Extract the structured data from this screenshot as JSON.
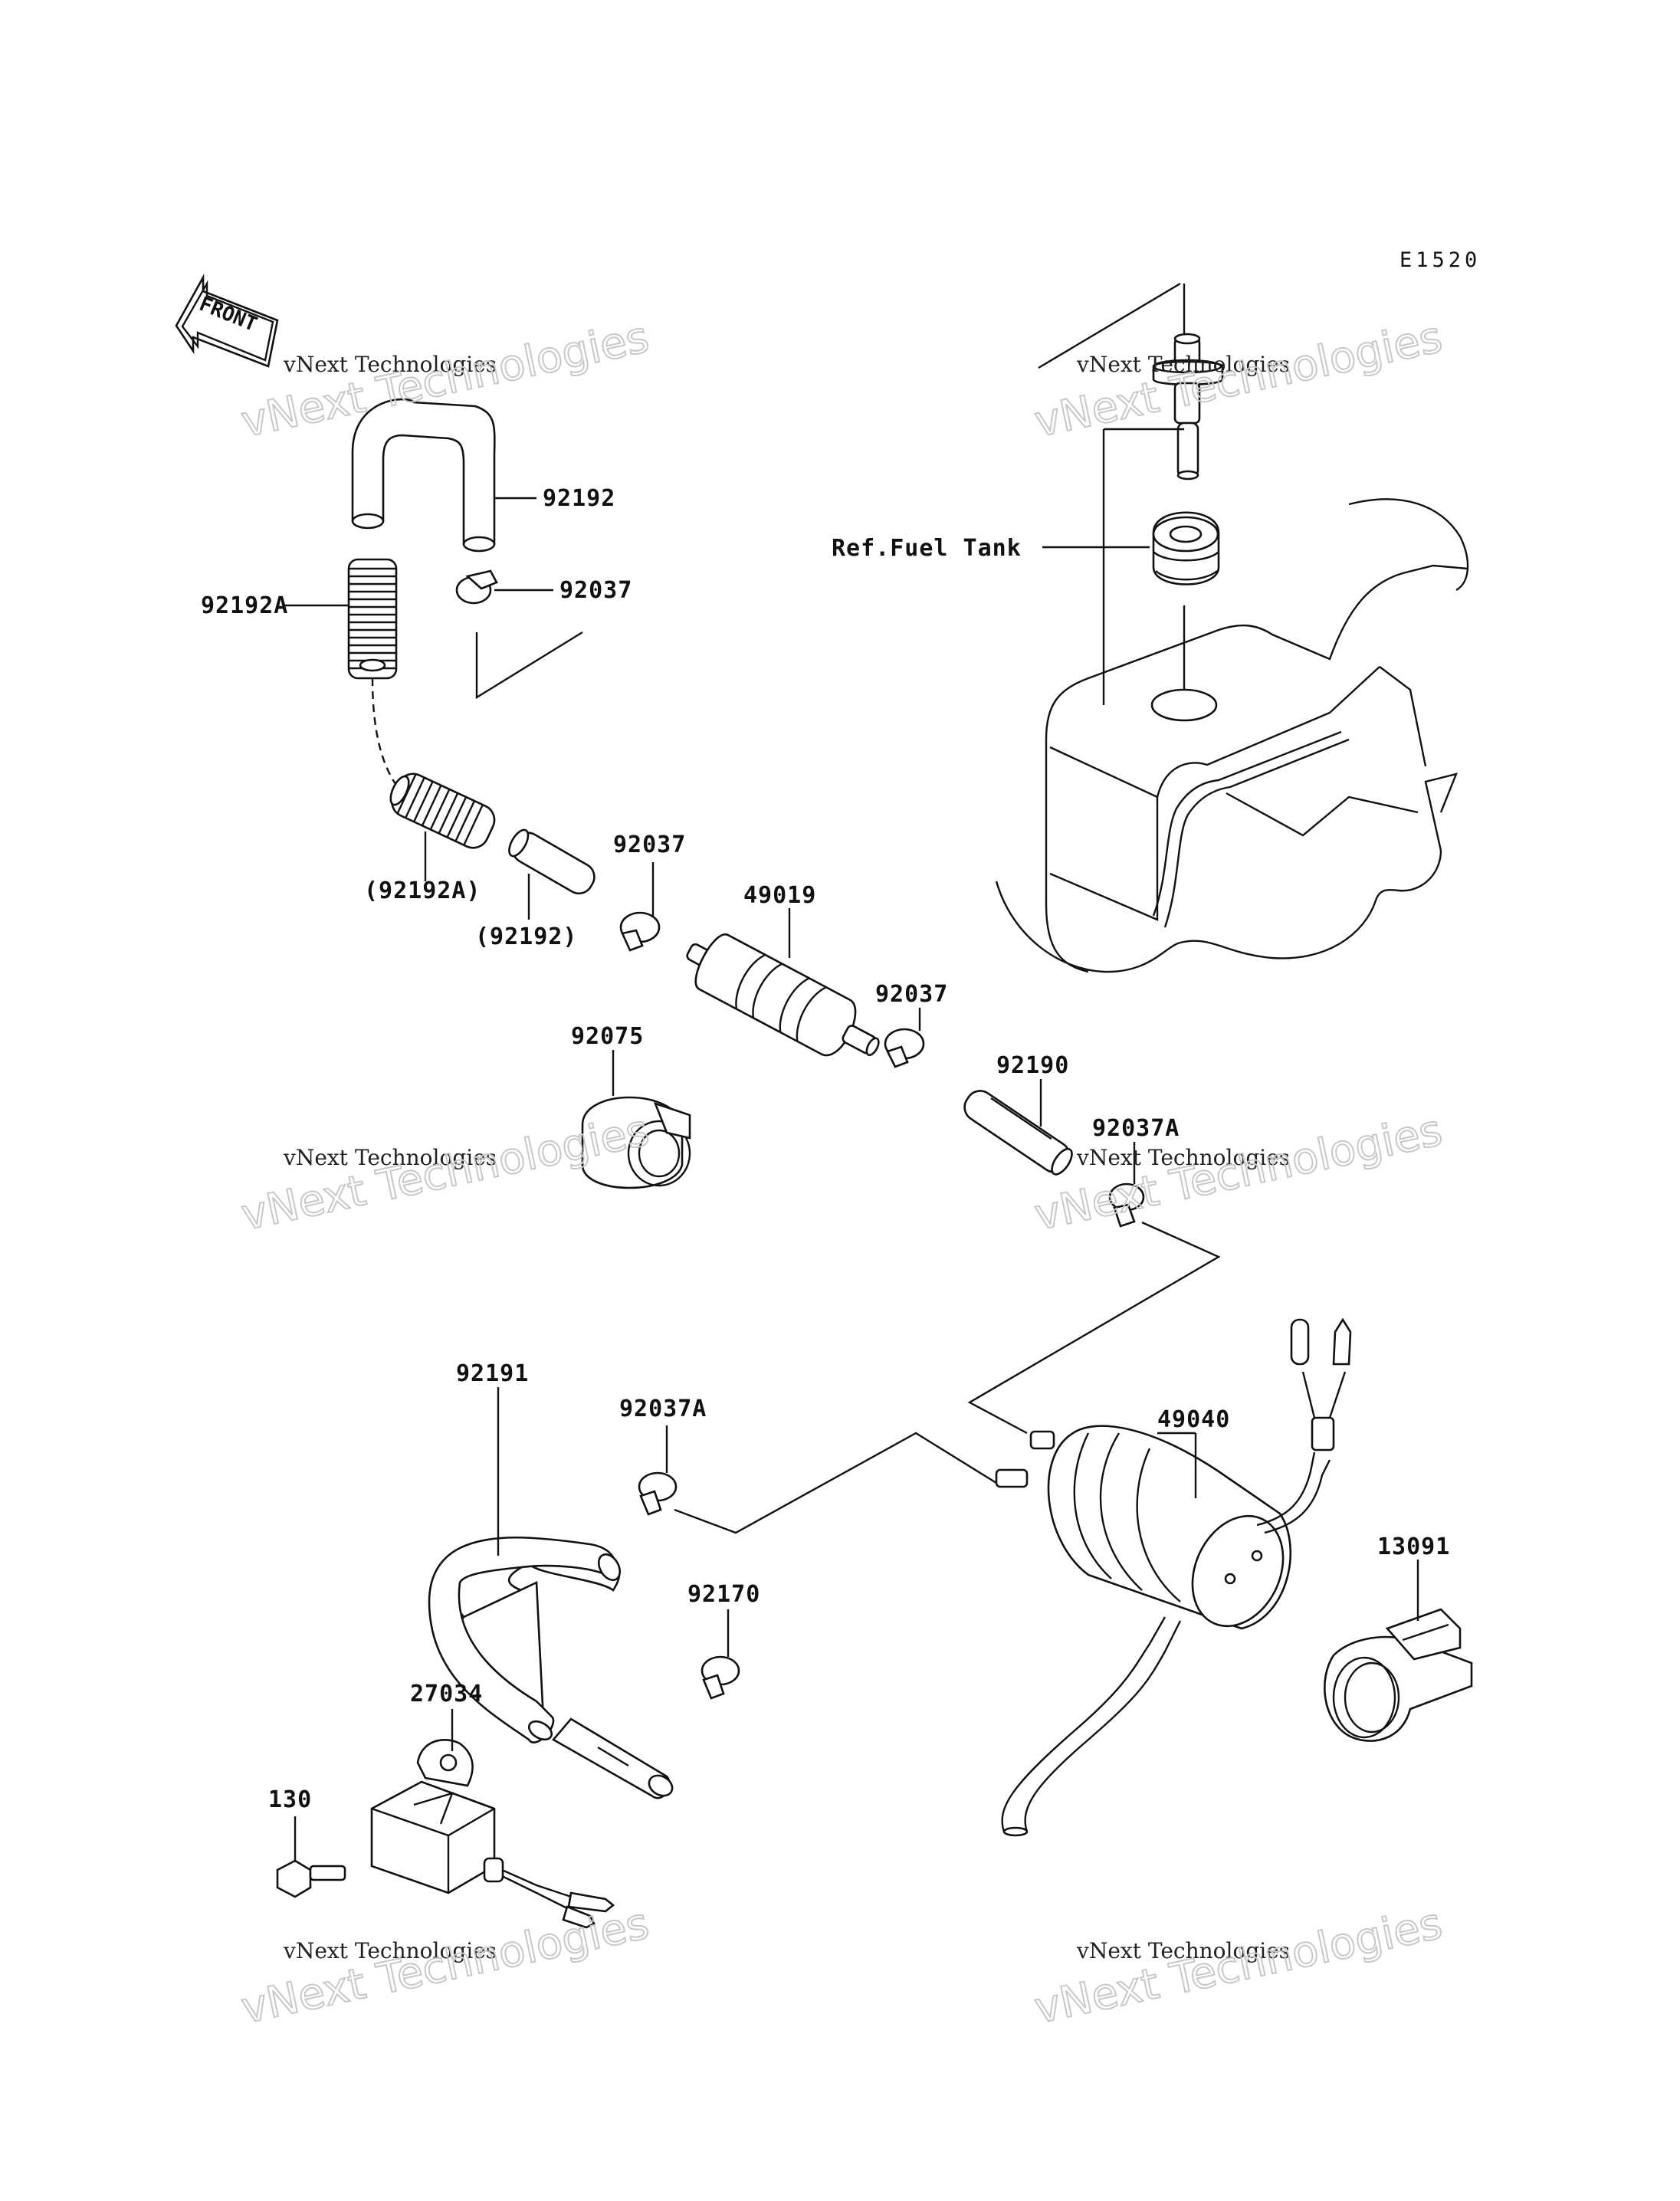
{
  "diagram_code": "E1520",
  "front_arrow_label": "FRONT",
  "watermark": {
    "line1": "vNext Technologies",
    "line2": "vNext Technologies"
  },
  "labels": {
    "l92192_top": "92192",
    "l92037_top": "92037",
    "l92192A": "92192A",
    "l92192A_paren": "(92192A)",
    "l92192_paren": "(92192)",
    "l92037_mid": "92037",
    "l49019": "49019",
    "l92037_right": "92037",
    "l92075": "92075",
    "l92190": "92190",
    "l92037A_upper": "92037A",
    "l92191": "92191",
    "l92037A_lower": "92037A",
    "l49040": "49040",
    "l13091": "13091",
    "l92170": "92170",
    "l27034": "27034",
    "l130": "130",
    "ref_fuel_tank": "Ref.Fuel Tank"
  }
}
